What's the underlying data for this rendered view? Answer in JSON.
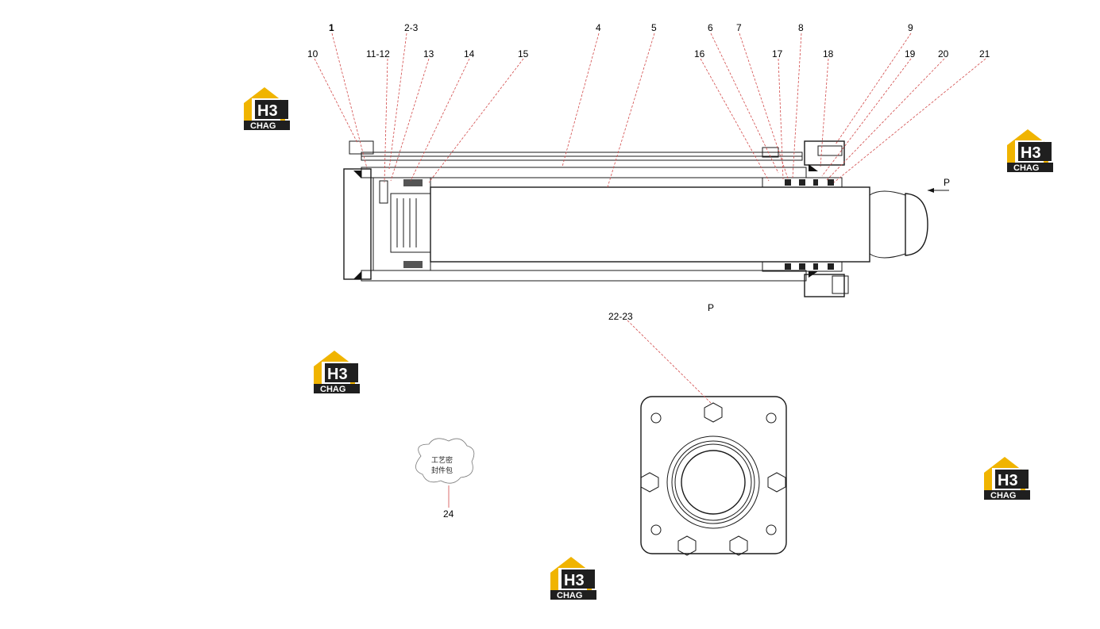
{
  "diagram": {
    "callouts": [
      "1",
      "2-3",
      "4",
      "5",
      "6",
      "7",
      "8",
      "9",
      "10",
      "11-12",
      "13",
      "14",
      "15",
      "16",
      "17",
      "18",
      "19",
      "20",
      "21",
      "22-23",
      "24"
    ],
    "view_label": "P",
    "arrow_label": "P",
    "seal_kit_line1": "工艺密",
    "seal_kit_line2": "封件包"
  },
  "watermark": {
    "logo_top": "H3",
    "logo_bottom": "CHAG",
    "colors": {
      "roof": "#f0b400",
      "box": "#1f1f1f",
      "text": "#ffffff"
    }
  },
  "colors": {
    "leader": "#d24a4a",
    "linework": "#1a1a1a"
  }
}
